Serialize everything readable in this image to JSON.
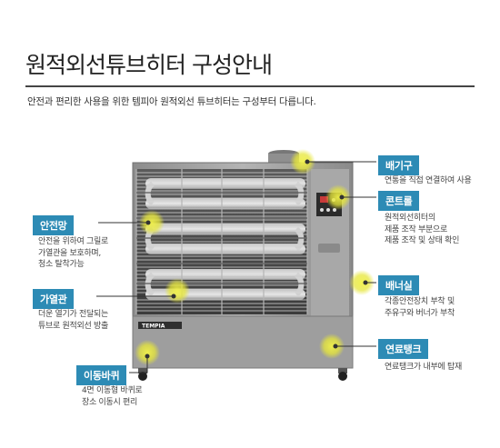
{
  "header": {
    "title": "원적외선튜브히터 구성안내",
    "subtitle": "안전과 편리한 사용을 위한 템피아 원적외선 튜브히터는 구성부터 다릅니다."
  },
  "product": {
    "brand": "TEMPIA"
  },
  "callouts": {
    "exhaust": {
      "label": "배기구",
      "lines": [
        "연통을 직접 연결하여 사용"
      ]
    },
    "control": {
      "label": "콘트롤",
      "lines": [
        "원적외선히터의",
        "제품 조작 부분으로",
        "제품 조작 및 상태 확인"
      ]
    },
    "safety_net": {
      "label": "안전망",
      "lines": [
        "안전을 위하여 그릴로",
        "가열관을 보호하며,",
        "청소 탈착가능"
      ]
    },
    "heating_tube": {
      "label": "가열관",
      "lines": [
        "더운 열기가 전달되는",
        "튜브로 원적외선 방출"
      ]
    },
    "burner_room": {
      "label": "배너실",
      "lines": [
        "각종안전장치 부착 및",
        "주유구와 버너가 부착"
      ]
    },
    "fuel_tank": {
      "label": "연료탱크",
      "lines": [
        "연료탱크가 내부에 탑재"
      ]
    },
    "casters": {
      "label": "이동바퀴",
      "lines": [
        "4면 이동형 바퀴로",
        "장소 이동시 편리"
      ]
    }
  },
  "colors": {
    "tag_bg": "#2d8bb5",
    "highlight": "#e3e335",
    "body_gray": "#9a9a9a"
  }
}
